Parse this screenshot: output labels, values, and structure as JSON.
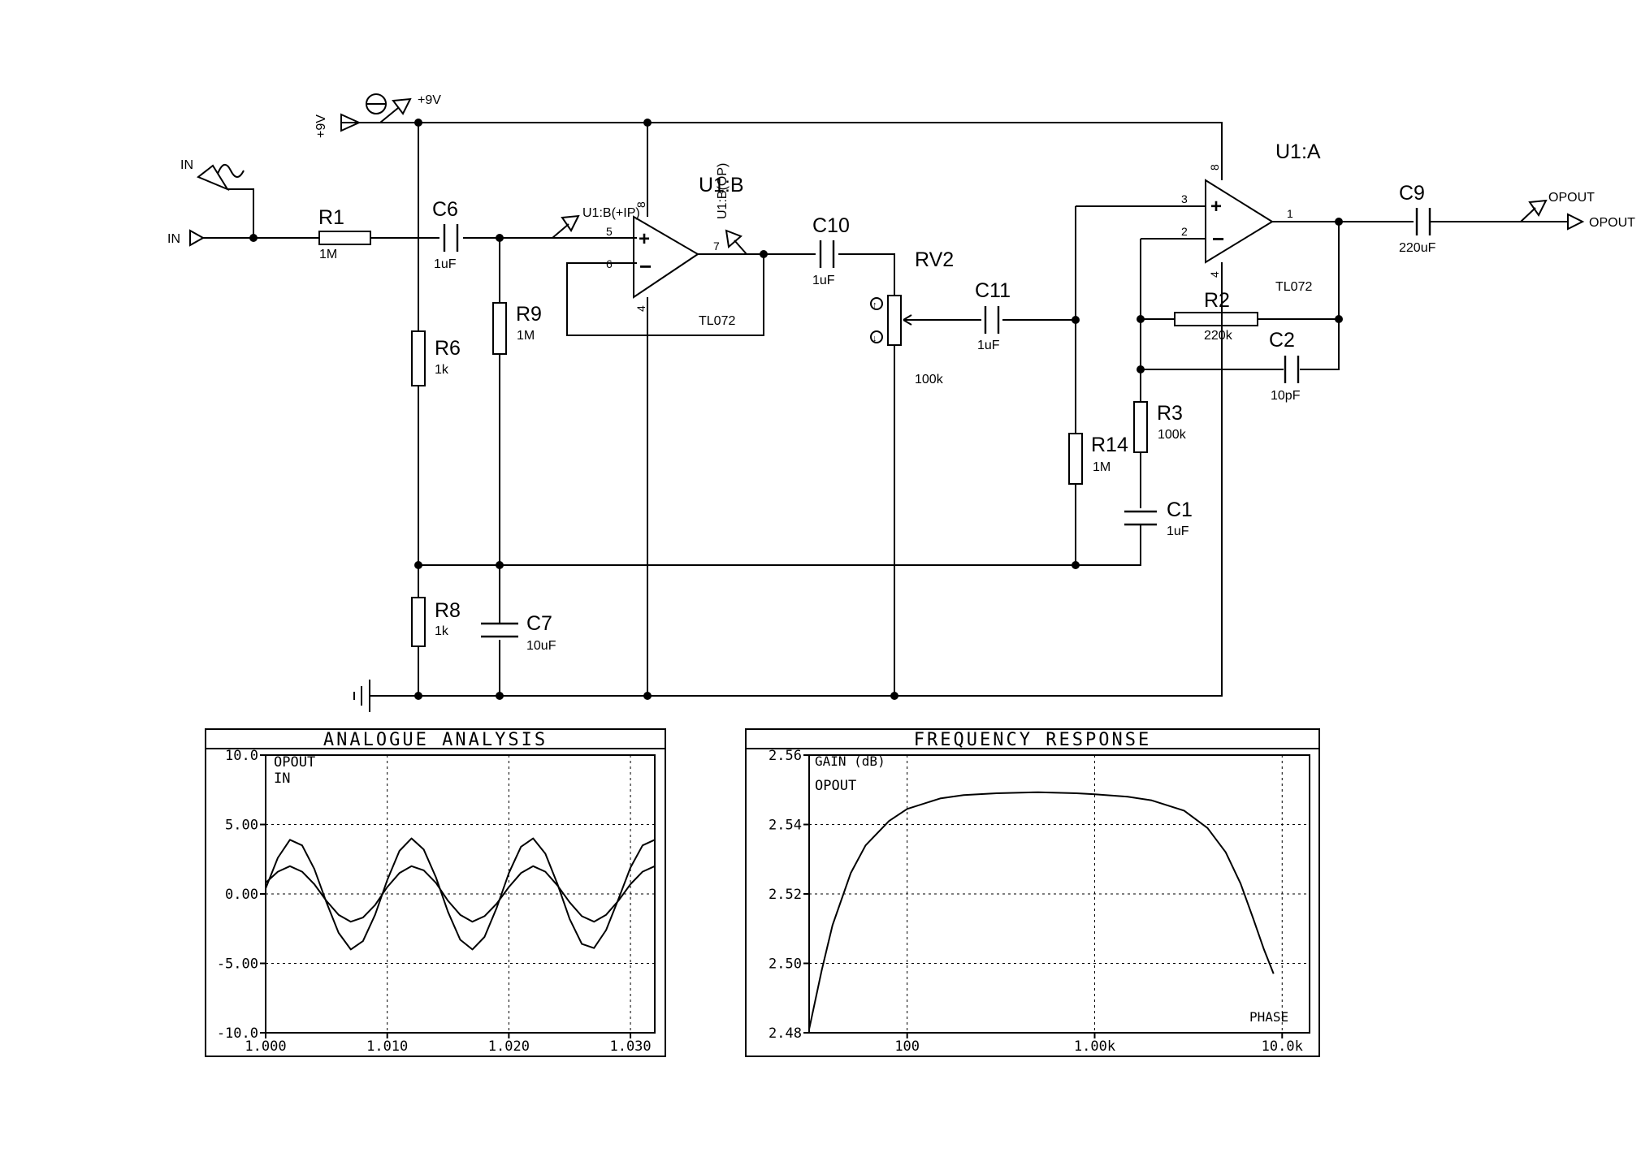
{
  "schematic": {
    "power_label": "+9V",
    "power_probe_label": "+9V",
    "input_terminal": "IN",
    "input_generator": "IN",
    "output_terminal": "OPOUT",
    "output_probe": "OPOUT",
    "probe_u1b_in": "U1:B(+IP)",
    "probe_u1b_out": "U1:B(OP)",
    "components": {
      "R1": {
        "name": "R1",
        "value": "1M"
      },
      "C6": {
        "name": "C6",
        "value": "1uF"
      },
      "R6": {
        "name": "R6",
        "value": "1k"
      },
      "R9": {
        "name": "R9",
        "value": "1M"
      },
      "R8": {
        "name": "R8",
        "value": "1k"
      },
      "C7": {
        "name": "C7",
        "value": "10uF"
      },
      "U1B": {
        "name": "U1:B",
        "value": "TL072"
      },
      "C10": {
        "name": "C10",
        "value": "1uF"
      },
      "RV2": {
        "name": "RV2",
        "value": "100k"
      },
      "C11": {
        "name": "C11",
        "value": "1uF"
      },
      "R14": {
        "name": "R14",
        "value": "1M"
      },
      "U1A": {
        "name": "U1:A",
        "value": "TL072"
      },
      "R2": {
        "name": "R2",
        "value": "220k"
      },
      "C2": {
        "name": "C2",
        "value": "10pF"
      },
      "R3": {
        "name": "R3",
        "value": "100k"
      },
      "C1": {
        "name": "C1",
        "value": "1uF"
      },
      "C9": {
        "name": "C9",
        "value": "220uF"
      }
    },
    "pins": {
      "u1b_plus": "5",
      "u1b_minus": "6",
      "u1b_out": "7",
      "u1b_vcc": "8",
      "u1b_gnd": "4",
      "u1a_plus": "3",
      "u1a_minus": "2",
      "u1a_out": "1",
      "u1a_vcc": "8",
      "u1a_gnd": "4"
    }
  },
  "analogue_panel": {
    "title": "ANALOGUE ANALYSIS",
    "trace_labels": [
      "OPOUT",
      "IN"
    ]
  },
  "frequency_panel": {
    "title": "FREQUENCY RESPONSE",
    "axis_label": "GAIN (dB)",
    "trace_label": "OPOUT",
    "corner_label": "PHASE"
  },
  "chart_data": [
    {
      "type": "line",
      "title": "ANALOGUE ANALYSIS",
      "xlim": [
        1.0,
        1.032
      ],
      "ylim": [
        -10.0,
        10.0
      ],
      "x_ticks": [
        1.0,
        1.01,
        1.02,
        1.03
      ],
      "x_tick_labels": [
        "1.000",
        "1.010",
        "1.020",
        "1.030"
      ],
      "y_ticks": [
        10.0,
        5.0,
        0.0,
        -5.0,
        -10.0
      ],
      "y_tick_labels": [
        "10.0",
        "5.00",
        "0.00",
        "-5.00",
        "-10.0"
      ],
      "grid": true,
      "series": [
        {
          "name": "OPOUT",
          "x": [
            1.0,
            1.001,
            1.002,
            1.003,
            1.004,
            1.005,
            1.006,
            1.007,
            1.008,
            1.009,
            1.01,
            1.011,
            1.012,
            1.013,
            1.014,
            1.015,
            1.016,
            1.017,
            1.018,
            1.019,
            1.02,
            1.021,
            1.022,
            1.023,
            1.024,
            1.025,
            1.026,
            1.027,
            1.028,
            1.029,
            1.03,
            1.031,
            1.032
          ],
          "y": [
            0.4,
            2.6,
            3.9,
            3.5,
            1.8,
            -0.6,
            -2.8,
            -4.0,
            -3.4,
            -1.5,
            1.0,
            3.1,
            4.0,
            3.2,
            1.2,
            -1.3,
            -3.3,
            -4.0,
            -3.1,
            -1.0,
            1.5,
            3.4,
            4.0,
            2.9,
            0.7,
            -1.8,
            -3.6,
            -3.9,
            -2.6,
            -0.4,
            1.9,
            3.5,
            3.9
          ]
        },
        {
          "name": "IN",
          "x": [
            1.0,
            1.001,
            1.002,
            1.003,
            1.004,
            1.005,
            1.006,
            1.007,
            1.008,
            1.009,
            1.01,
            1.011,
            1.012,
            1.013,
            1.014,
            1.015,
            1.016,
            1.017,
            1.018,
            1.019,
            1.02,
            1.021,
            1.022,
            1.023,
            1.024,
            1.025,
            1.026,
            1.027,
            1.028,
            1.029,
            1.03,
            1.031,
            1.032
          ],
          "y": [
            0.8,
            1.6,
            2.0,
            1.6,
            0.7,
            -0.5,
            -1.5,
            -2.0,
            -1.7,
            -0.8,
            0.5,
            1.5,
            2.0,
            1.7,
            0.8,
            -0.5,
            -1.5,
            -2.0,
            -1.6,
            -0.7,
            0.5,
            1.5,
            2.0,
            1.6,
            0.6,
            -0.6,
            -1.6,
            -2.0,
            -1.5,
            -0.5,
            0.7,
            1.6,
            2.0
          ]
        }
      ]
    },
    {
      "type": "line",
      "title": "FREQUENCY RESPONSE",
      "ylabel": "GAIN (dB)",
      "x_scale": "log",
      "xlim": [
        30,
        14000
      ],
      "ylim": [
        2.48,
        2.56
      ],
      "x_ticks": [
        100,
        1000,
        10000
      ],
      "x_tick_labels": [
        "100",
        "1.00k",
        "10.0k"
      ],
      "y_ticks": [
        2.56,
        2.54,
        2.52,
        2.5,
        2.48
      ],
      "y_tick_labels": [
        "2.56",
        "2.54",
        "2.52",
        "2.50",
        "2.48"
      ],
      "grid": true,
      "series": [
        {
          "name": "OPOUT",
          "x": [
            30,
            35,
            40,
            50,
            60,
            80,
            100,
            150,
            200,
            300,
            500,
            800,
            1000,
            1500,
            2000,
            3000,
            4000,
            5000,
            6000,
            7000,
            8000,
            9000
          ],
          "y": [
            2.481,
            2.498,
            2.511,
            2.526,
            2.534,
            2.541,
            2.5445,
            2.5475,
            2.5485,
            2.549,
            2.5493,
            2.549,
            2.5487,
            2.548,
            2.547,
            2.544,
            2.539,
            2.532,
            2.523,
            2.513,
            2.504,
            2.497
          ]
        }
      ]
    }
  ]
}
